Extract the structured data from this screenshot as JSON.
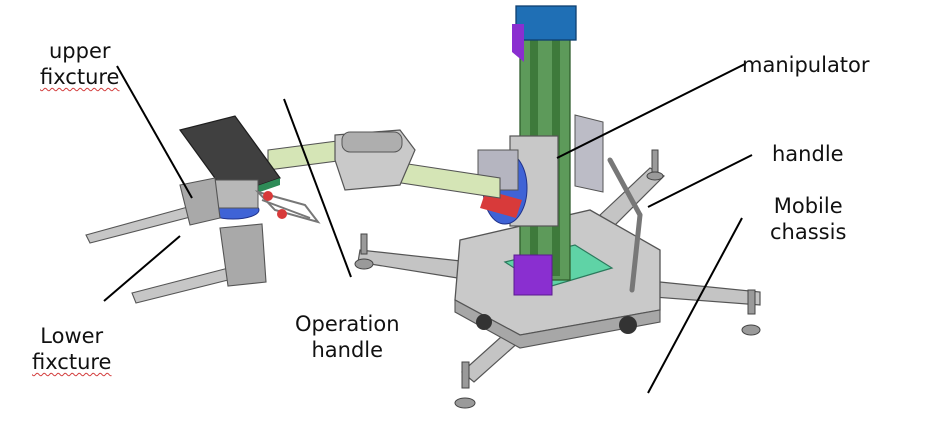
{
  "labels": {
    "upper_fixture": [
      "upper",
      "fixcture"
    ],
    "lower_fixture": [
      "Lower",
      "fixcture"
    ],
    "operation_handle": [
      "Operation",
      "handle"
    ],
    "manipulator": [
      "manipulator"
    ],
    "handle": [
      "handle"
    ],
    "mobile_chassis": [
      "Mobile",
      "chassis"
    ]
  },
  "colors": {
    "column_green": "#5d9a5a",
    "column_top_blue": "#1f6fb5",
    "bracket_purple": "#8a2fd0",
    "base_mint": "#5fd3a6",
    "chassis_grey": "#bdbdbd",
    "arm_green": "#d5e5b6",
    "plate_dark": "#404040",
    "plate_green": "#2e8b57",
    "disc_blue": "#3f63d6",
    "accent_red": "#d83a3a",
    "spellcheck_red": "#d23b3b"
  }
}
